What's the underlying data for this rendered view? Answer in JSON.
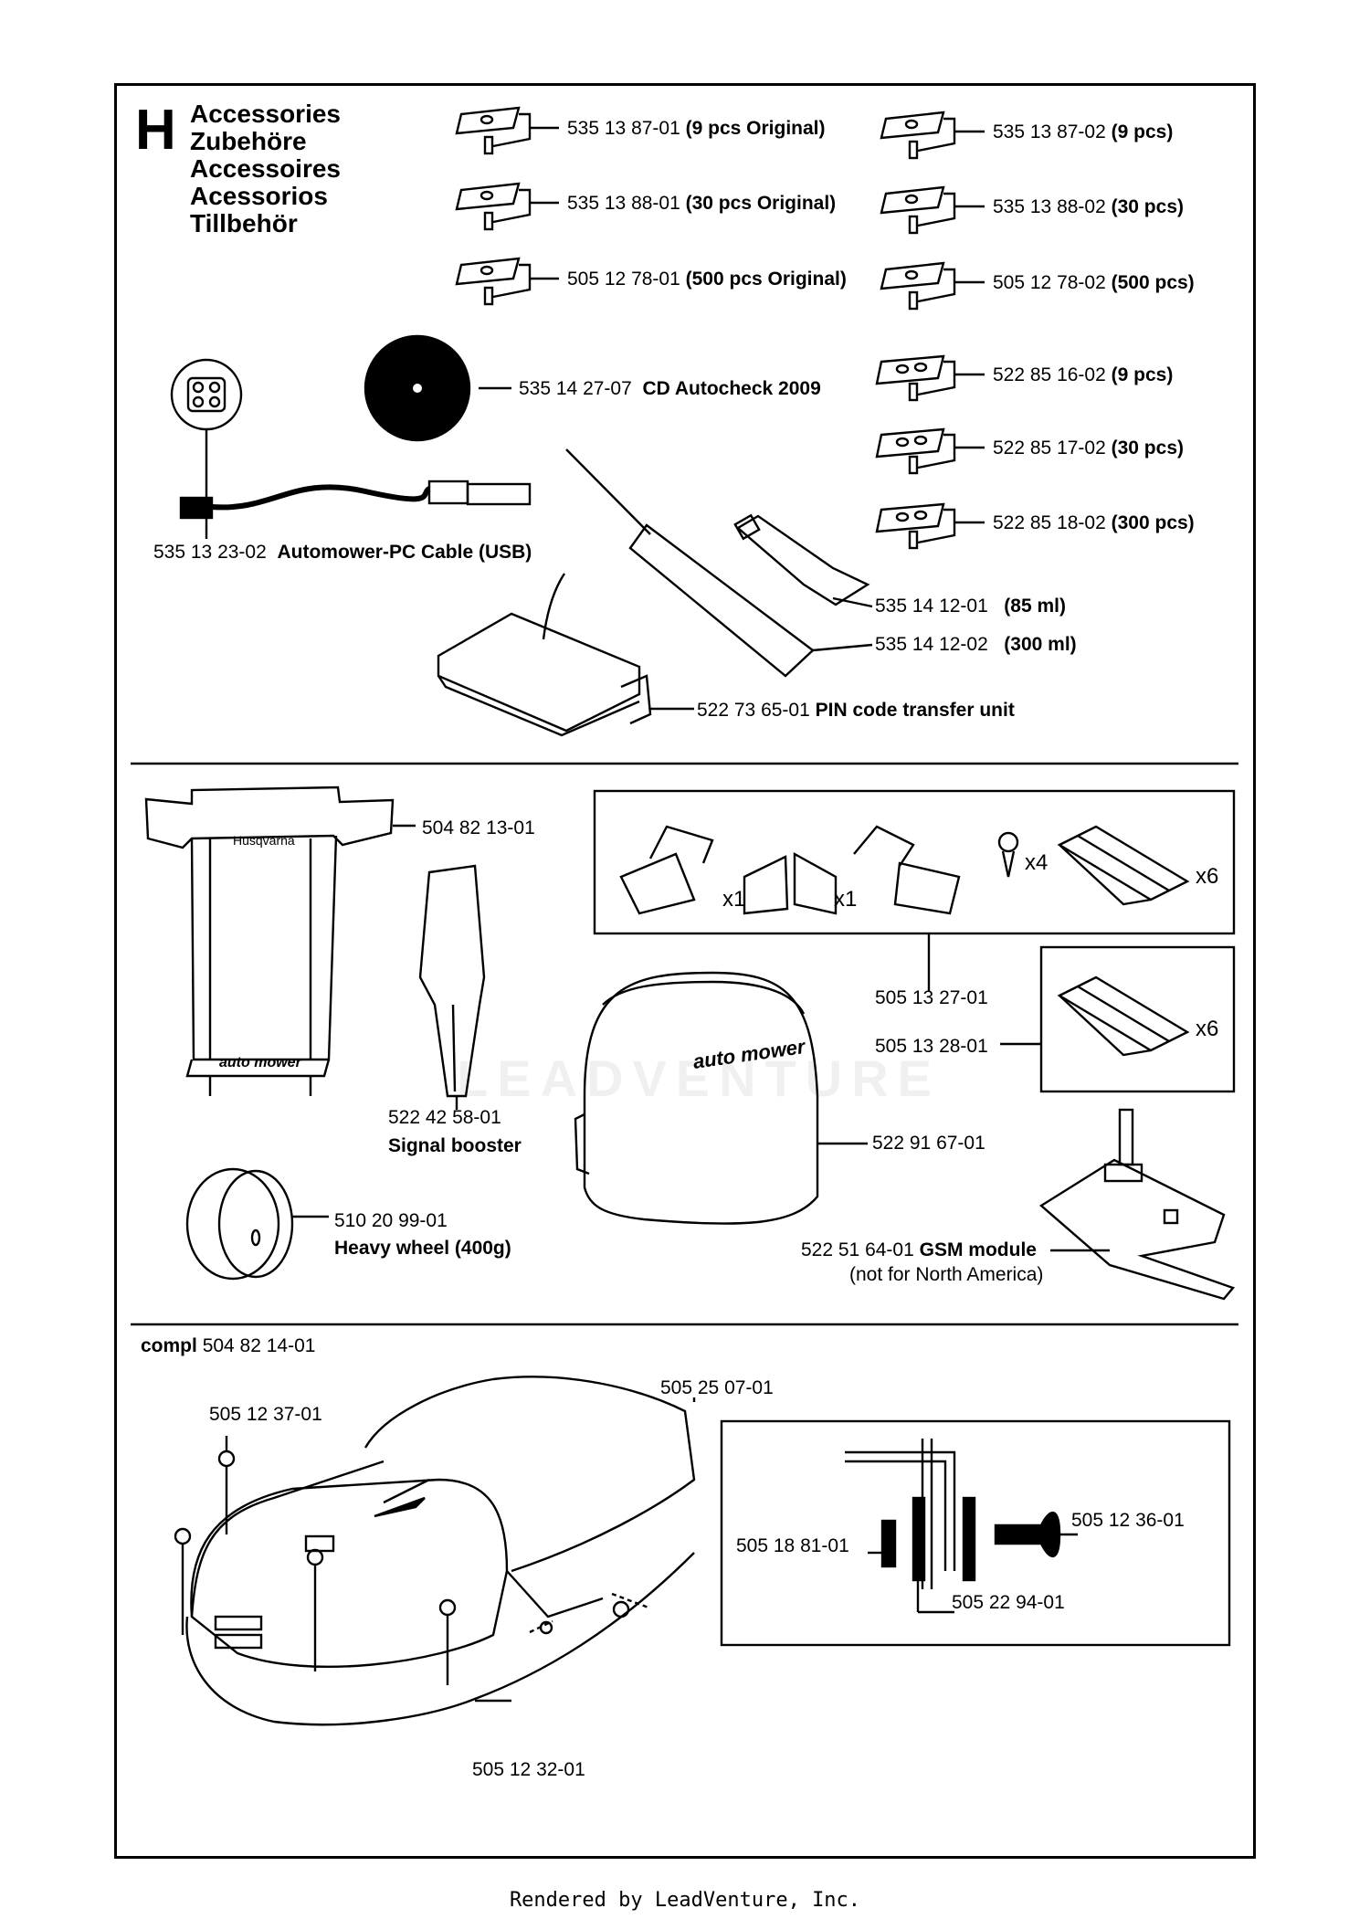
{
  "section": {
    "letter": "H",
    "titles": [
      "Accessories",
      "Zubehöre",
      "Accessoires",
      "Acessorios",
      "Tillbehör"
    ]
  },
  "blades_left": [
    {
      "part": "535 13 87-01",
      "desc": "(9 pcs Original)"
    },
    {
      "part": "535 13 88-01",
      "desc": "(30 pcs Original)"
    },
    {
      "part": "505 12 78-01",
      "desc": "(500 pcs Original)"
    }
  ],
  "blades_right": [
    {
      "part": "535 13 87-02",
      "desc": "(9 pcs)"
    },
    {
      "part": "535 13 88-02",
      "desc": "(30 pcs)"
    },
    {
      "part": "505 12 78-02",
      "desc": "(500 pcs)"
    },
    {
      "part": "522 85 16-02",
      "desc": "(9 pcs)"
    },
    {
      "part": "522 85 17-02",
      "desc": "(30 pcs)"
    },
    {
      "part": "522 85 18-02",
      "desc": "(300 pcs)"
    }
  ],
  "cd": {
    "part": "535 14 27-07",
    "desc": "CD Autocheck 2009"
  },
  "cable": {
    "part": "535 13 23-02",
    "desc": "Automower-PC Cable (USB)"
  },
  "sealant_small": {
    "part": "535 14 12-01",
    "desc": "(85 ml)"
  },
  "sealant_large": {
    "part": "535 14 12-02",
    "desc": "(300 ml)"
  },
  "pin_unit": {
    "part": "522 73 65-01",
    "desc": "PIN code transfer unit"
  },
  "station_cover": {
    "part": "504 82 13-01",
    "brand": "Husqvarna",
    "logo": "auto mower"
  },
  "signal_booster": {
    "part": "522 42 58-01",
    "desc": "Signal booster"
  },
  "heavy_wheel": {
    "part": "510 20 99-01",
    "desc": "Heavy wheel (400g)"
  },
  "brush_kit": {
    "part": "505 13 27-01",
    "qty_bracket_a": "x1",
    "qty_bracket_b": "x1",
    "qty_screw": "x4",
    "qty_brush": "x6"
  },
  "brush_refill": {
    "part": "505 13 28-01",
    "qty": "x6"
  },
  "bag": {
    "part": "522 91 67-01",
    "logo": "auto mower"
  },
  "gsm": {
    "part": "522 51 64-01",
    "desc": "GSM module",
    "note": "(not for North America)"
  },
  "body": {
    "compl_label": "compl",
    "compl_part": "504 82 14-01",
    "parts": [
      "505 25 07-01",
      "505 12 37-01",
      "505 12 36-01",
      "505 18 81-01",
      "505 22 94-01",
      "505 12 32-01"
    ]
  },
  "footer": "Rendered by LeadVenture, Inc.",
  "watermark": "LEADVENTURE"
}
